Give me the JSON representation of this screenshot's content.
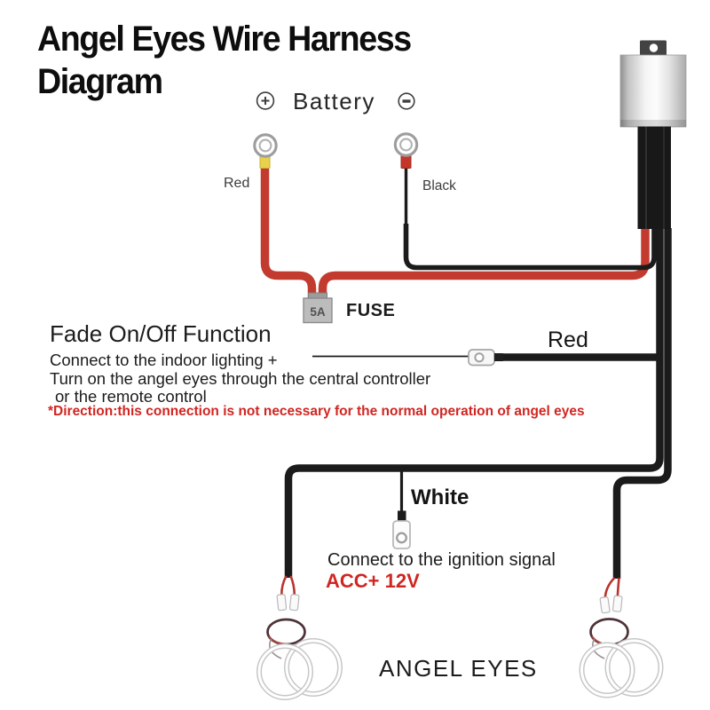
{
  "title": {
    "line1": "Angel Eyes Wire Harness",
    "line2": "Diagram"
  },
  "battery": {
    "label": "Battery",
    "positive_wire_label": "Red",
    "negative_wire_label": "Black"
  },
  "fuse": {
    "rating": "5A",
    "label": "FUSE"
  },
  "fade_section": {
    "heading": "Fade On/Off Function",
    "line1": "Connect to the indoor lighting +",
    "line2": "Turn on the angel eyes through the central controller",
    "line3": "or the remote control",
    "warning": "*Direction:this connection is not necessary for the normal operation of angel eyes",
    "wire_label": "Red"
  },
  "ignition_section": {
    "wire_label": "White",
    "line1": "Connect to the ignition signal",
    "line2": "ACC+ 12V"
  },
  "output_section": {
    "label": "ANGEL EYES"
  },
  "icons": {
    "battery_positive": "plus-circle",
    "battery_negative": "minus-circle"
  },
  "colors": {
    "wire_red": "#c33b2f",
    "wire_black": "#1b1b1b",
    "fray_red": "#b8342c",
    "sleeve_yellow": "#e8d24b",
    "sleeve_red": "#c63529",
    "warning_red": "#d02622"
  }
}
